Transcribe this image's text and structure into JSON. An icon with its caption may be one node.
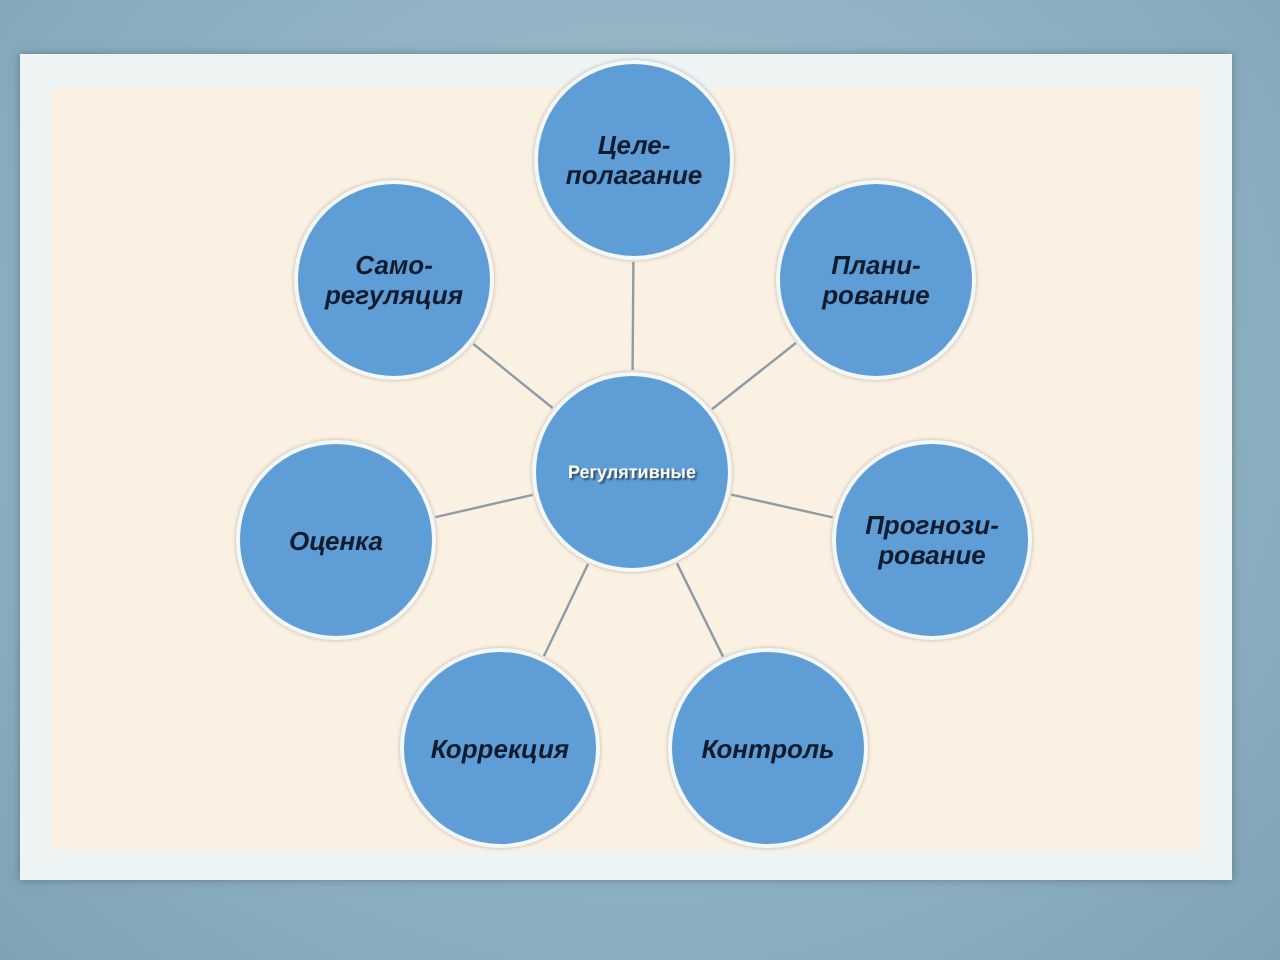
{
  "diagram": {
    "nodes": [
      {
        "text": [
          "Целе- полагание"
        ]
      },
      {
        "text": [
          "Само- регуляция"
        ]
      },
      {
        "text": [
          "Плани- рование"
        ]
      },
      {
        "text": [
          "Регулятивные"
        ]
      },
      {
        "text": [
          "Оценка"
        ]
      },
      {
        "text": [
          "Прогнози- рование"
        ]
      },
      {
        "text": [
          "Коррекция"
        ]
      },
      {
        "text": [
          "Контроль"
        ]
      }
    ],
    "edges": [
      {
        "from": 3,
        "to": 0,
        "arrow": "none"
      },
      {
        "from": 3,
        "to": 1,
        "arrow": "none"
      },
      {
        "from": 3,
        "to": 2,
        "arrow": "none"
      },
      {
        "from": 3,
        "to": 4,
        "arrow": "none"
      },
      {
        "from": 3,
        "to": 5,
        "arrow": "none"
      },
      {
        "from": 3,
        "to": 6,
        "arrow": "none"
      },
      {
        "from": 3,
        "to": 7,
        "arrow": "none"
      }
    ]
  }
}
